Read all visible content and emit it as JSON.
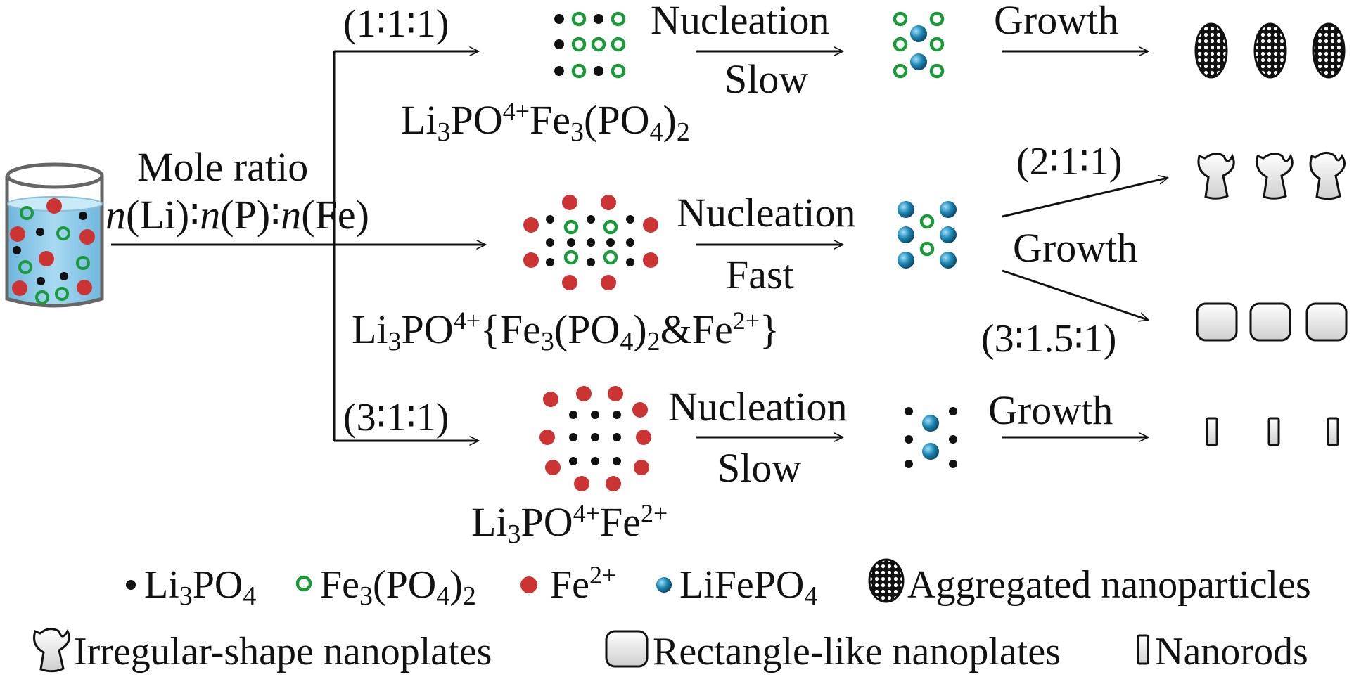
{
  "input": {
    "mole_ratio_line1": "Mole ratio",
    "mole_ratio_line2": "n(Li)∶n(P)∶n(Fe)"
  },
  "branches": {
    "top": {
      "ratio": "(1∶1∶1)",
      "precursor": "Li3PO4+Fe3(PO4)2",
      "nucleation": "Nucleation",
      "nucleation_rate": "Slow",
      "growth": "Growth"
    },
    "middle": {
      "precursor": "Li3PO4+{Fe3(PO4)2&Fe2+}",
      "nucleation": "Nucleation",
      "nucleation_rate": "Fast",
      "growth": "Growth",
      "ratio_upper": "(2∶1∶1)",
      "ratio_lower": "(3∶1.5∶1)"
    },
    "bottom": {
      "ratio": "(3∶1∶1)",
      "precursor": "Li3PO4+Fe2+",
      "nucleation": "Nucleation",
      "nucleation_rate": "Slow",
      "growth": "Growth"
    }
  },
  "legend": {
    "li3po4": "Li3PO4",
    "fe3po42": "Fe3(PO4)2",
    "fe2": "Fe2+",
    "lifepo4": "LiFePO4",
    "aggregated": "Aggregated nanoparticles",
    "irregular": "Irregular-shape nanoplates",
    "rectangle": "Rectangle-like nanoplates",
    "nanorods": "Nanorods"
  },
  "colors": {
    "li3po4": "#111111",
    "fe3po42": "#1a9a3a",
    "fe2": "#cc3333",
    "lifepo4": "#1e88b4",
    "beaker_liquid": "#8cc8e8"
  }
}
